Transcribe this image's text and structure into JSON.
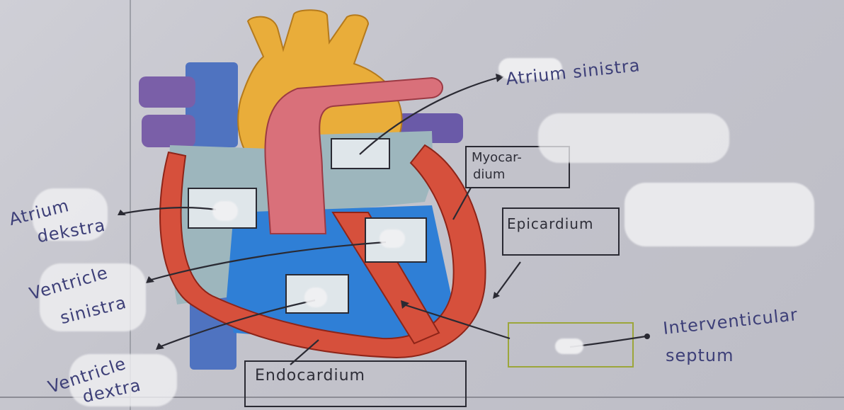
{
  "labels": {
    "atrium_sinistra": "Atrium sinistra",
    "myocardium_line1": "Myocar-",
    "myocardium_line2": "dium",
    "epicardium": "Epicardium",
    "atrium_dextra_line1": "Atrium",
    "atrium_dextra_line2": "dekstra",
    "ventricle_sinistra_line1": "Ventricle",
    "ventricle_sinistra_line2": "sinistra",
    "ventricle_dextra_line1": "Ventricle",
    "ventricle_dextra_line2": "dextra",
    "endocardium": "Endocardium",
    "interventricular_line1": "Interventicular",
    "interventricular_line2": "septum"
  },
  "colors": {
    "aorta": "#e9ad3a",
    "pulmonary_artery": "#d9707a",
    "vena_cava": "#4f73c0",
    "pulmonary_vein": "#7a5fa8",
    "ventricle_wall": "#d6503c",
    "ventricle_blood": "#2f7fd6",
    "atrium": "#9db6bd",
    "handwriting": "#3d3f78"
  }
}
